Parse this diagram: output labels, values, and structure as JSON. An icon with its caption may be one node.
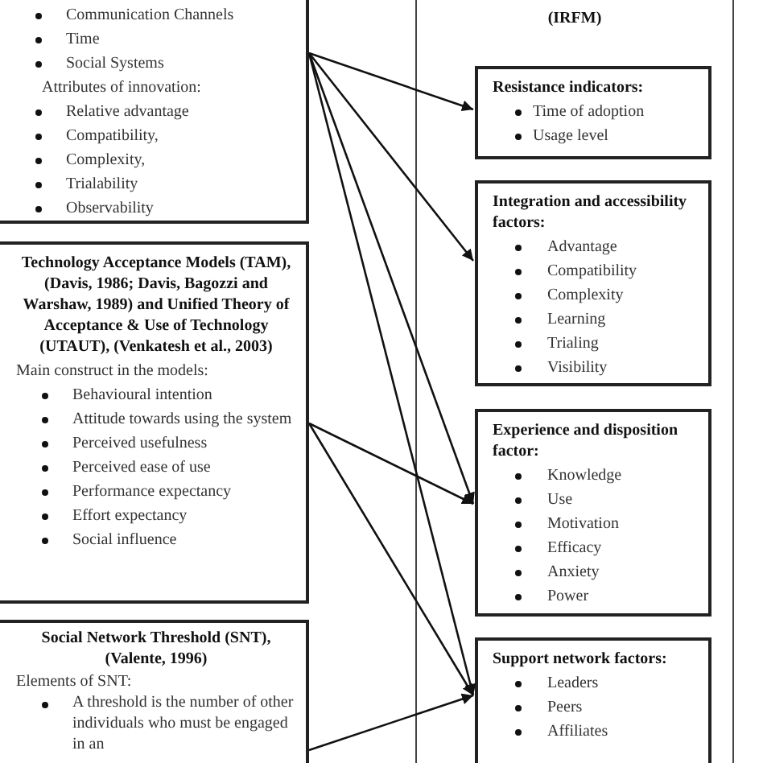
{
  "diagram": {
    "nodes": [
      {
        "text": [
          "Communication Channels",
          "Time",
          "Social Systems",
          "Attributes of innovation:",
          "Relative advantage",
          "Compatibility,",
          "Complexity,",
          "Trialability",
          "Observability"
        ]
      },
      {
        "text": [
          "Technology Acceptance Models (TAM), (Davis, 1986; Davis, Bagozzi and Warshaw, 1989) and Unified Theory of Acceptance & Use of Technology (UTAUT), (Venkatesh et al., 2003)",
          "Main construct in the models:",
          "Behavioural intention",
          "Attitude towards using the system",
          "Perceived usefulness",
          "Perceived ease of use",
          "Performance expectancy",
          "Effort expectancy",
          "Social influence"
        ]
      },
      {
        "text": [
          "Social Network Threshold (SNT), (Valente, 1996)",
          "Elements of SNT:",
          "A threshold is the number of other individuals who must be engaged in an"
        ]
      },
      {
        "text": [
          "(IRFM)"
        ]
      },
      {
        "text": [
          "Resistance indicators:",
          "Time of adoption",
          "Usage level"
        ],
        "in": 3
      },
      {
        "text": [
          "Integration and accessibility factors:",
          "Advantage",
          "Compatibility",
          "Complexity",
          "Learning",
          "Trialing",
          "Visibility"
        ],
        "in": 3
      },
      {
        "text": [
          "Experience and disposition factor:",
          "Knowledge",
          "Use",
          "Motivation",
          "Efficacy",
          "Anxiety",
          "Power"
        ],
        "in": 3
      },
      {
        "text": [
          "Support network factors:",
          "Leaders",
          "Peers",
          "Affiliates"
        ],
        "in": 3
      }
    ],
    "edges": [
      {
        "from": 0,
        "to": 4,
        "arrow": "to"
      },
      {
        "from": 0,
        "to": 5,
        "arrow": "to"
      },
      {
        "from": 0,
        "to": 6,
        "arrow": "to"
      },
      {
        "from": 0,
        "to": 7,
        "arrow": "to"
      },
      {
        "from": 1,
        "to": 6,
        "arrow": "to"
      },
      {
        "from": 1,
        "to": 7,
        "arrow": "to"
      },
      {
        "from": 2,
        "to": 7,
        "arrow": "to"
      }
    ]
  }
}
